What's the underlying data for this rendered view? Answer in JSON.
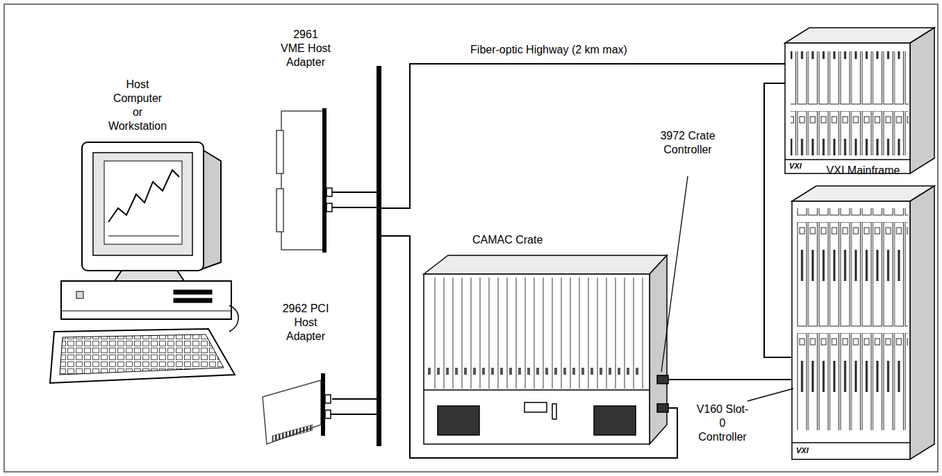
{
  "diagram": {
    "nodes": [
      {
        "text": [
          "Host Computer or Workstation"
        ]
      },
      {
        "text": [
          "2961 VME Host Adapter"
        ]
      },
      {
        "text": [
          "2962 PCI Host Adapter"
        ]
      },
      {
        "text": [
          "CAMAC Crate"
        ]
      },
      {
        "text": [
          "VXI Mainframe"
        ]
      }
    ],
    "edges": [
      {
        "from": 1,
        "to": 3,
        "arrow": "none"
      },
      {
        "from": 2,
        "to": 3,
        "arrow": "none"
      },
      {
        "from": 3,
        "to": 4,
        "arrow": "none"
      }
    ],
    "labels": [
      "Fiber-optic Highway (2 km max)",
      "3972 Crate Controller",
      "V160 Slot-0 Controller",
      "VXI",
      "VXI"
    ]
  }
}
